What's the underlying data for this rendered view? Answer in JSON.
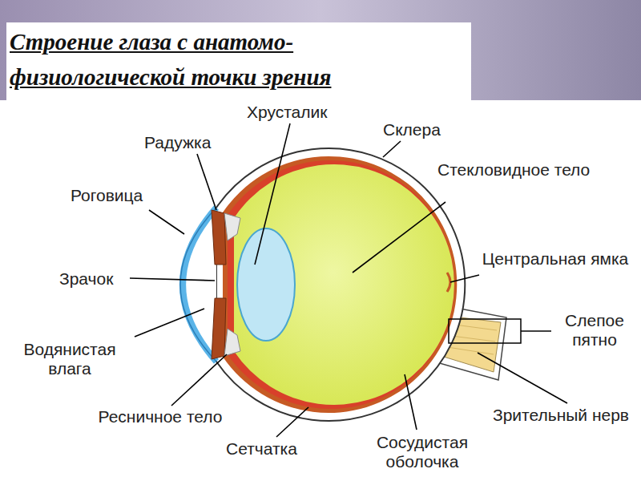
{
  "diagram": {
    "title": "Строение глаза с анатомо- физиологической точки зрения",
    "labels": [
      "Хрусталик",
      "Склера",
      "Радужка",
      "Стекловидное тело",
      "Роговица",
      "Центральная ямка",
      "Зрачок",
      "Слепое пятно",
      "Водянистая влага",
      "Зрительный нерв",
      "Ресничное тело",
      "Сетчатка",
      "Сосудистая оболочка"
    ]
  }
}
